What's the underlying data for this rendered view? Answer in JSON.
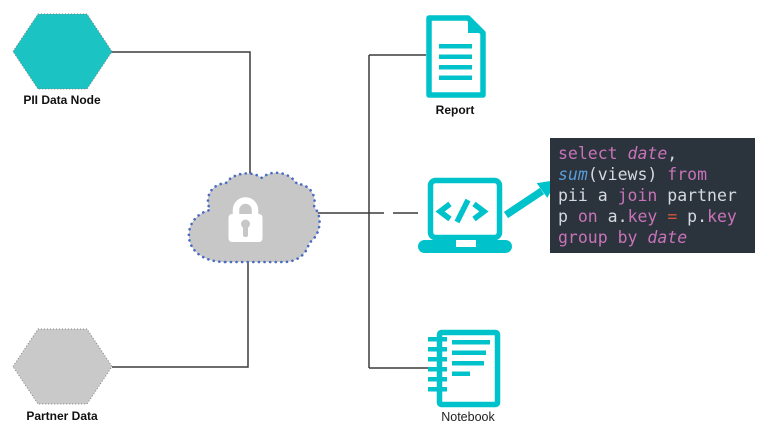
{
  "diagram": {
    "nodes": {
      "pii": {
        "label": "PII Data Node",
        "shape": "hexagon",
        "color": "#1cc3c3"
      },
      "partner": {
        "label": "Partner Data",
        "shape": "hexagon",
        "color": "#c9c9c9"
      },
      "cloud": {
        "icon": "lock-cloud-icon",
        "fill": "#c7c7c7",
        "dot_border": "#4a6cc0"
      },
      "report": {
        "label": "Report",
        "icon": "document-icon"
      },
      "laptop": {
        "icon": "code-laptop-icon"
      },
      "notebook": {
        "label": "Notebook",
        "icon": "notebook-icon"
      }
    },
    "colors": {
      "icon_teal": "#00c2cb",
      "connector": "#3b3b3b"
    },
    "code": {
      "bg": "#2b333d",
      "token_colors": {
        "keyword": "#c873b8",
        "function": "#5b9dd9",
        "plain": "#d5dae0",
        "operator": "#d1563a"
      },
      "lines": [
        [
          "select ",
          "date",
          ","
        ],
        [
          "sum",
          "(views) ",
          "from"
        ],
        [
          "pii a ",
          "join",
          " partner"
        ],
        [
          "p ",
          "on",
          " a.",
          "key",
          " ",
          "=",
          " p.",
          "key"
        ],
        [
          "group by ",
          "date"
        ]
      ]
    }
  }
}
